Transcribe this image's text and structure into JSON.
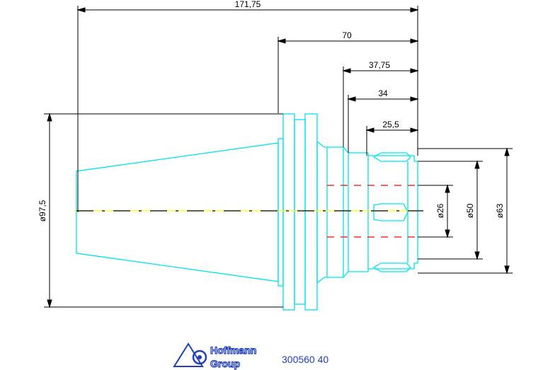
{
  "dimensions": {
    "overall_length": "171,75",
    "length_70": "70",
    "length_37_75": "37,75",
    "length_34": "34",
    "length_25_5": "25,5",
    "diameter_flange": "ø97,5",
    "diameter_bore": "ø26",
    "diameter_nut_inner": "ø50",
    "diameter_nut_outer": "ø63"
  },
  "logo": {
    "line1": "Hoffmann",
    "line2": "Group"
  },
  "part_number": "300560 40",
  "colors": {
    "outline": "#00e5ee",
    "centerline_yellow": "#ffff00",
    "hidden_red": "#ff0000",
    "dimension": "#000000",
    "logo_blue": "#1f3fbf"
  }
}
